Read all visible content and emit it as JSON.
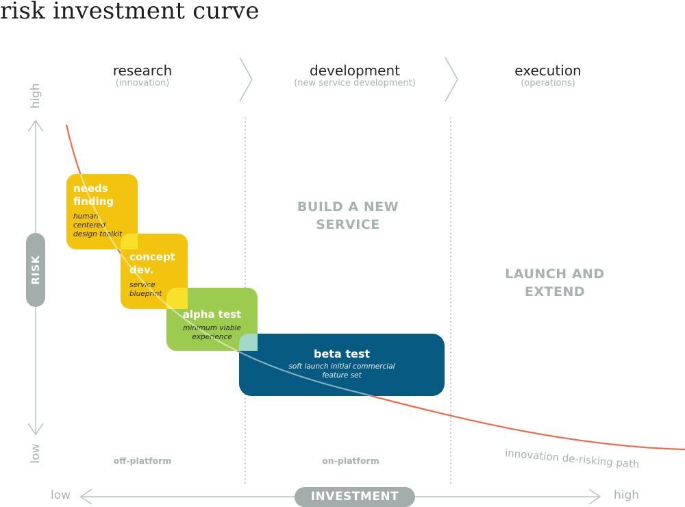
{
  "title": "risk investment curve",
  "phases": [
    {
      "name": "research",
      "sub": "(innovation)"
    },
    {
      "name": "development",
      "sub": "(new service development)"
    },
    {
      "name": "execution",
      "sub": "(operations)"
    }
  ],
  "y_axis": {
    "label": "RISK",
    "high": "high",
    "low": "low"
  },
  "x_axis": {
    "label": "INVESTMENT",
    "low": "low",
    "high": "high"
  },
  "zones": {
    "development": "BUILD A NEW SERVICE",
    "execution": "LAUNCH AND EXTEND"
  },
  "platforms": {
    "off": "off-platform",
    "on": "on-platform"
  },
  "stages": [
    {
      "title": "needs finding",
      "desc": "human centered design toolkit",
      "color": "#f2c40f"
    },
    {
      "title": "concept dev.",
      "desc": "service blueprint",
      "color": "#f2c40f"
    },
    {
      "title": "alpha test",
      "desc": "minimum viable experience",
      "color": "#9ccb50"
    },
    {
      "title": "beta test",
      "desc": "soft launch initial commercial feature set",
      "color": "#075a82"
    }
  ],
  "curve": {
    "label": "innovation de-risking path",
    "color": "#f06a4a"
  },
  "colors": {
    "axis": "#b5c2c0",
    "pill": "#a3adac",
    "label": "#a5b2b0"
  }
}
